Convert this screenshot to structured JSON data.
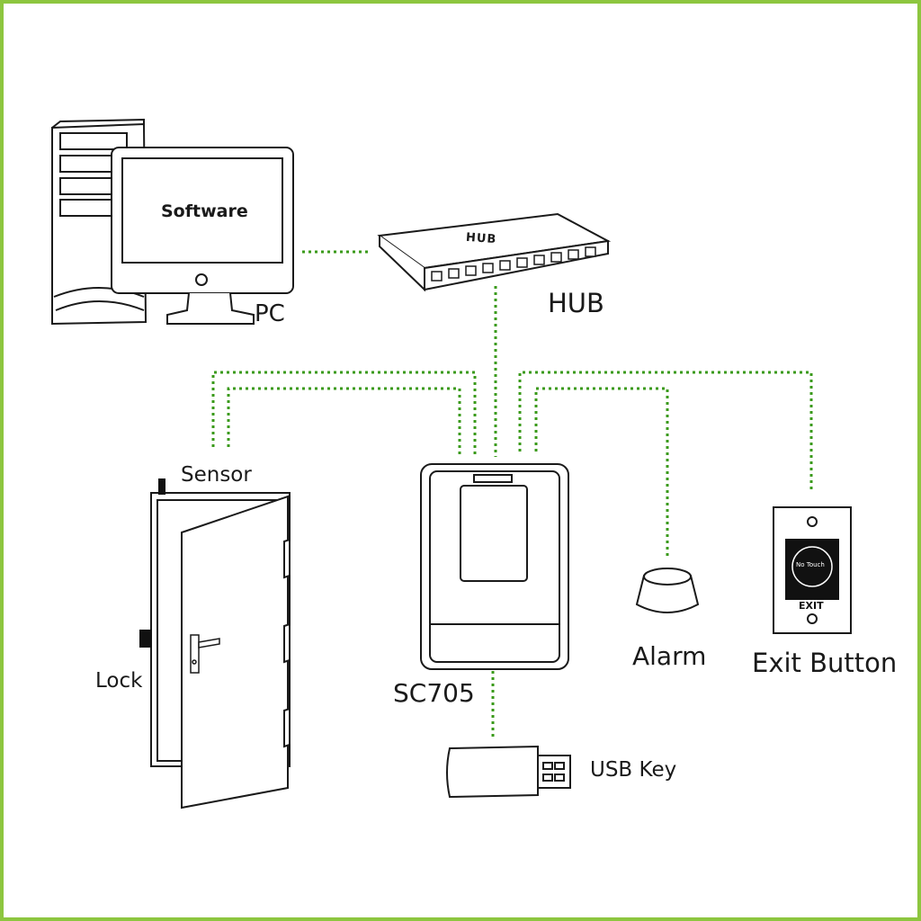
{
  "labels": {
    "pc": "PC",
    "software": "Software",
    "hub": "HUB",
    "hub_device_text": "HUB",
    "sensor": "Sensor",
    "lock": "Lock",
    "sc705": "SC705",
    "alarm": "Alarm",
    "exit_button": "Exit Button",
    "no_touch": "No Touch",
    "exit_text": "EXIT",
    "usb_key": "USB Key"
  },
  "colors": {
    "border": "#8dc63f",
    "connector": "#3a9a1a",
    "outline": "#1a1a1a",
    "fill": "#ffffff"
  }
}
